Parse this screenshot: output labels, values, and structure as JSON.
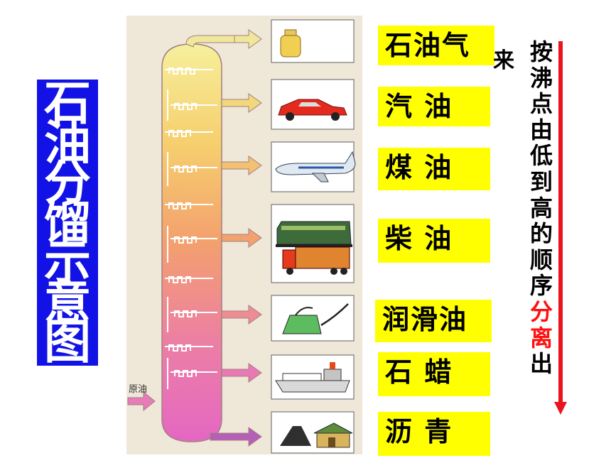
{
  "title_chars": [
    "石",
    "油",
    "分",
    "馏",
    "示",
    "意",
    "图"
  ],
  "feed_label": "原油",
  "products": [
    {
      "name": "石油气",
      "icon": "gas-cylinder-icon"
    },
    {
      "name": "汽 油",
      "icon": "car-icon"
    },
    {
      "name": "煤 油",
      "icon": "airplane-icon"
    },
    {
      "name": "柴 油",
      "icon": "train-truck-icon"
    },
    {
      "name": "润滑油",
      "icon": "oil-can-icon"
    },
    {
      "name": "石 蜡",
      "icon": "ship-icon"
    },
    {
      "name": "沥 青",
      "icon": "road-house-icon"
    }
  ],
  "order_note": {
    "lai": "来",
    "chars_black": [
      "按",
      "沸",
      "点",
      "由",
      "低",
      "到",
      "高",
      "的",
      "顺",
      "序"
    ],
    "chars_red": [
      "分",
      "离"
    ],
    "char_end": "出"
  },
  "colors": {
    "title_bg": "#1212e6",
    "label_bg": "#ffff00",
    "arrow": "#e8151f",
    "red_text": "#ff1010"
  }
}
